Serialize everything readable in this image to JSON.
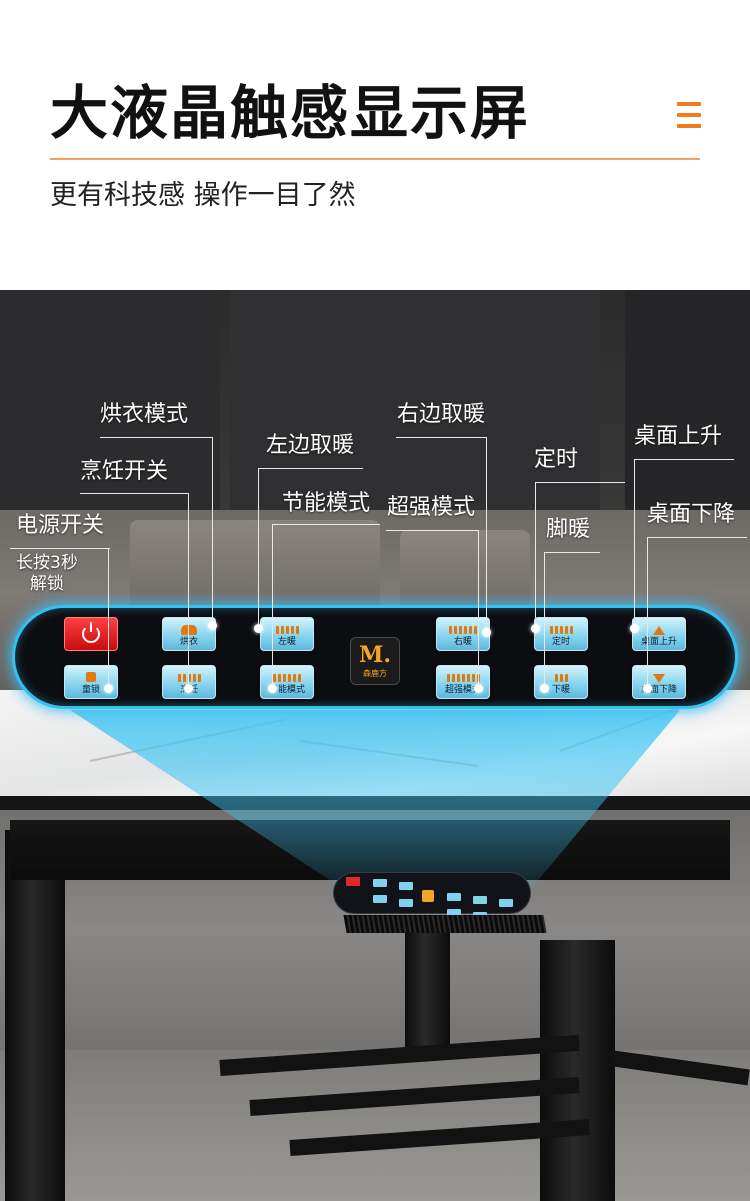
{
  "header": {
    "title": "大液晶触感显示屏",
    "subtitle": "更有科技感  操作一目了然",
    "accent_color": "#f07a1c",
    "menu_icon": "hamburger-menu-icon"
  },
  "callouts": {
    "drying": "烘衣模式",
    "cooking": "烹饪开关",
    "power": "电源开关",
    "lock_hint": "长按3秒\n解锁",
    "left_warm": "左边取暖",
    "eco": "节能模式",
    "right_warm": "右边取暖",
    "boost": "超强模式",
    "timer": "定时",
    "foot_warm": "脚暖",
    "table_up": "桌面上升",
    "table_down": "桌面下降"
  },
  "panel": {
    "glow_color": "#35c0f0",
    "buttons": {
      "drying": "烘衣",
      "child_lock": "童锁",
      "cooking": "烹饪",
      "left_warm": "左暖",
      "eco": "节能模式",
      "right_warm": "右暖",
      "boost": "超强模式",
      "timer": "定时",
      "foot_warm": "下暖",
      "table_up": "桌面上升",
      "table_down": "桌面下降"
    },
    "logo": {
      "mark": "M.",
      "text": "森鹿方"
    }
  }
}
